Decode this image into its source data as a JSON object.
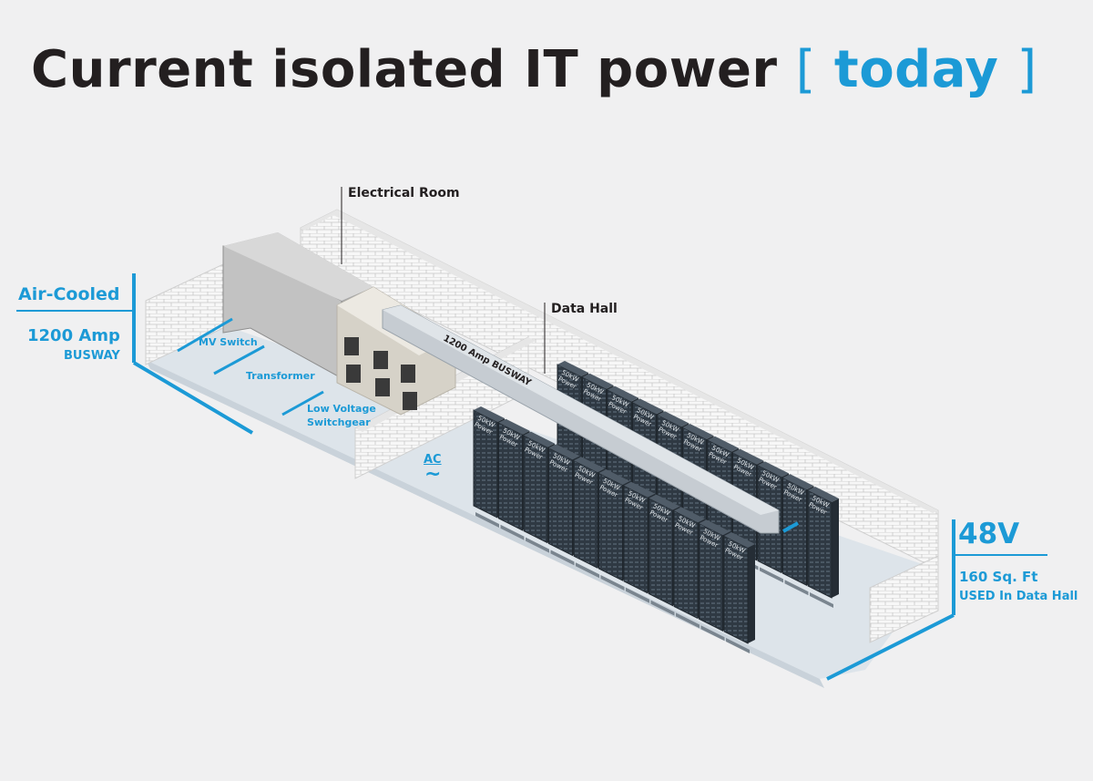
{
  "title": {
    "main": "Current isolated IT power",
    "open": "[",
    "highlight": "today",
    "close": "]"
  },
  "left_panel": {
    "cooling": "Air-Cooled",
    "amps": "1200 Amp",
    "busway": "BUSWAY"
  },
  "right_panel": {
    "voltage": "48V",
    "area": "160 Sq. Ft",
    "area_note": "USED In Data Hall"
  },
  "callouts": {
    "electrical_room": "Electrical Room",
    "data_hall": "Data Hall",
    "mv_switch": "MV Switch",
    "transformer": "Transformer",
    "lv_switchgear_line1": "Low Voltage",
    "lv_switchgear_line2": "Switchgear",
    "busway_label": "1200 Amp BUSWAY",
    "ac_label": "AC",
    "ac_symbol": "~",
    "rack_label_line1": "50kW",
    "rack_label_line2": "Power"
  },
  "colors": {
    "accent": "#1c9ad6",
    "text": "#231f20",
    "rack": "#3b4550",
    "floor": "#dde4ea"
  }
}
